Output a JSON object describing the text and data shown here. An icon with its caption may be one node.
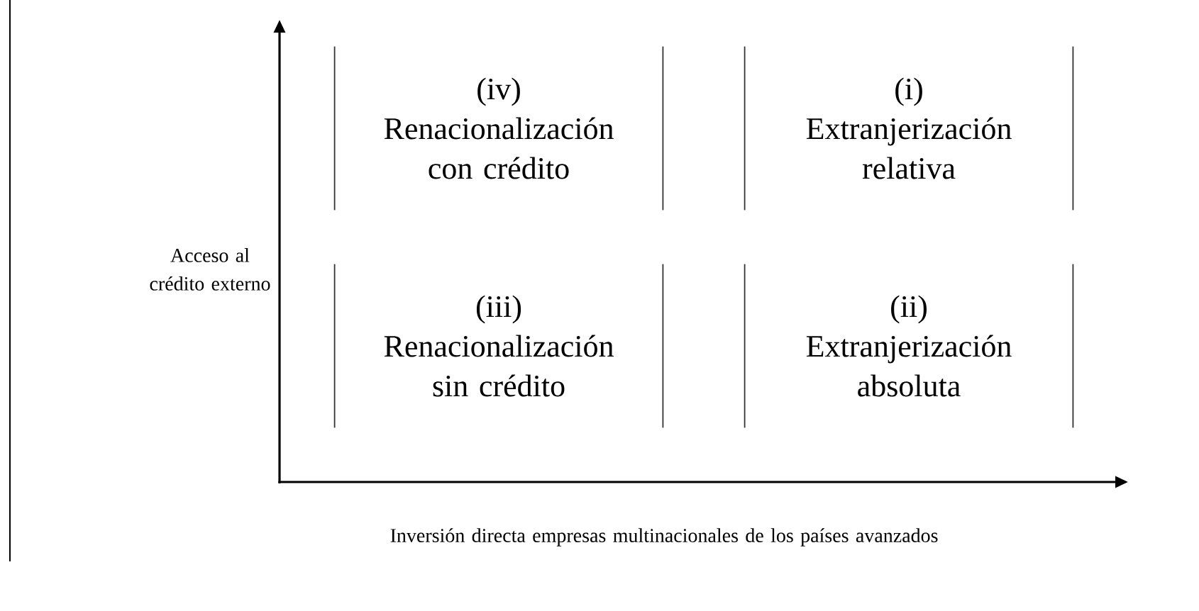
{
  "diagram": {
    "nodes": [
      {
        "text": [
          "(iv)",
          "Renacionalización con crédito"
        ]
      },
      {
        "text": [
          "(i)",
          "Extranjerización relativa"
        ]
      },
      {
        "text": [
          "(iii)",
          "Renacionalización sin crédito"
        ]
      },
      {
        "text": [
          "(ii)",
          "Extranjerización absoluta"
        ]
      }
    ],
    "labels": [
      "Acceso al crédito externo",
      "Inversión directa empresas multinacionales de los países avanzados"
    ]
  }
}
